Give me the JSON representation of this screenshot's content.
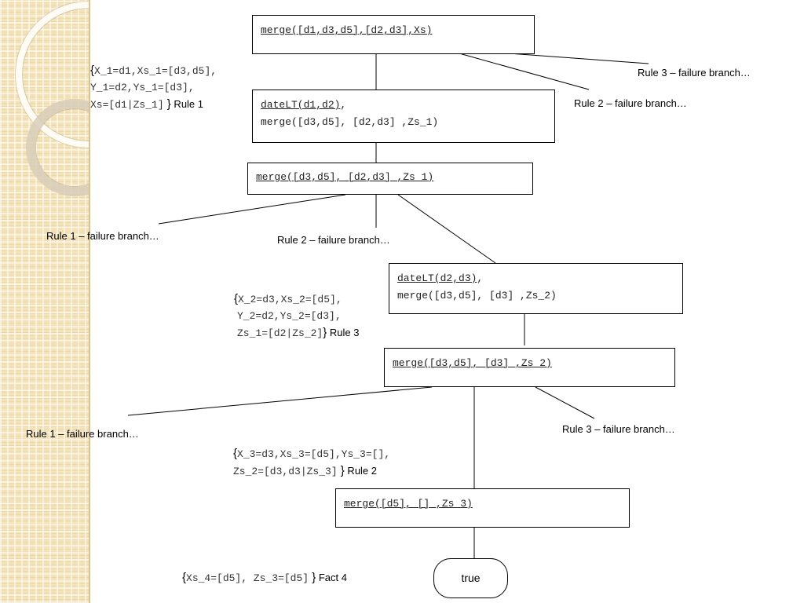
{
  "nodes": {
    "n1": {
      "line1": "merge([d1,d3,d5],[d2,d3],Xs)"
    },
    "n2": {
      "line1": "dateLT(d1,d2)",
      "line1_tail": ",",
      "line2": "merge([d3,d5], [d2,d3] ,Zs_1)"
    },
    "n3": {
      "line1": "merge([d3,d5], [d2,d3] ,Zs_1)"
    },
    "n4": {
      "line1": "dateLT(d2,d3)",
      "line1_tail": ",",
      "line2": "merge([d3,d5], [d3] ,Zs_2)"
    },
    "n5": {
      "line1": "merge([d3,d5], [d3] ,Zs_2)"
    },
    "n6": {
      "line1": "merge([d5], [] ,Zs_3)"
    },
    "n7": {
      "label": "true"
    }
  },
  "bindings": {
    "b1": {
      "open": "{",
      "line1": "X_1=d1,Xs_1=[d3,d5],",
      "line2": "Y_1=d2,Ys_1=[d3],",
      "line3": "Xs=[d1|Zs_1]",
      "close": " }",
      "rule": " Rule 1"
    },
    "b2": {
      "open": "{",
      "line1": "X_2=d3,Xs_2=[d5],",
      "line2": "Y_2=d2,Ys_2=[d3],",
      "line3": "Zs_1=[d2|Zs_2]",
      "close": "}",
      "rule": " Rule 3"
    },
    "b3": {
      "open": "{",
      "line1": "X_3=d3,Xs_3=[d5],Ys_3=[],",
      "line2": "Zs_2=[d3,d3|Zs_3]",
      "close": " }",
      "rule": " Rule 2"
    },
    "b4": {
      "open": "{",
      "line1": "Xs_4=[d5],  Zs_3=[d5]",
      "close": " }",
      "rule": " Fact 4"
    }
  },
  "failure_labels": {
    "f1": "Rule 3 – failure branch…",
    "f2": "Rule 2 – failure branch…",
    "f3": "Rule 1 – failure branch…",
    "f4": "Rule 2 – failure branch…",
    "f5": "Rule 1 – failure branch…",
    "f6": "Rule 3 – failure branch…"
  }
}
